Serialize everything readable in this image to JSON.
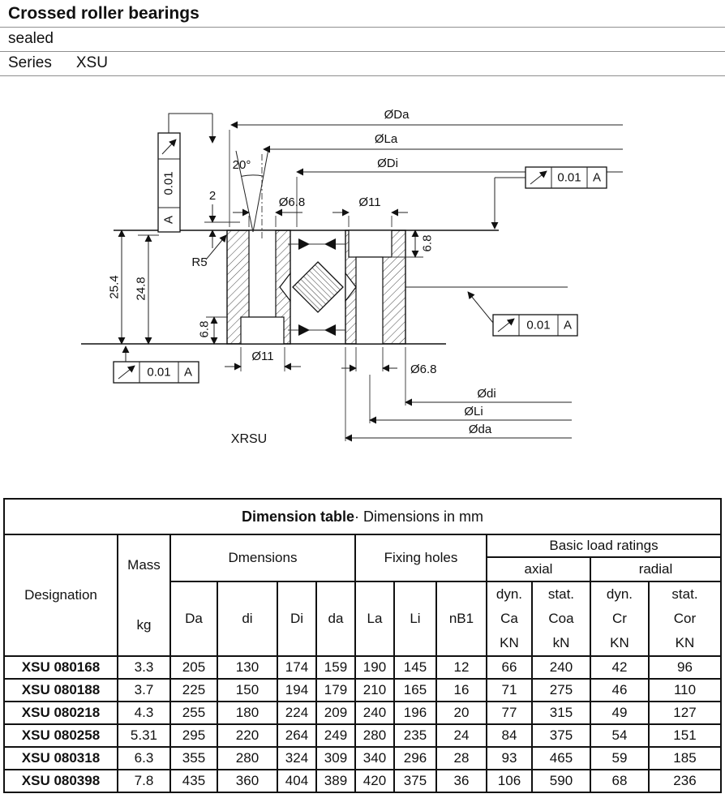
{
  "page": {
    "title": "Crossed roller bearings",
    "subtitle": "sealed",
    "series_label": "Series",
    "series_value": "XSU"
  },
  "drawing": {
    "caption": "XRSU",
    "labels": {
      "dia_Da": "ØDa",
      "dia_La": "ØLa",
      "dia_Di": "ØDi",
      "angle_20": "20°",
      "dim_2": "2",
      "dia_6_8_top": "Ø6.8",
      "dia_11_top": "Ø11",
      "depth_6_8_right": "6.8",
      "radius_r5": "R5",
      "height_25_4": "25.4",
      "height_24_8": "24.8",
      "depth_6_8_left": "6.8",
      "dia_11_bottom": "Ø11",
      "dia_6_8_bottom": "Ø6.8",
      "dia_di": "Ødi",
      "dia_Li": "ØLi",
      "dia_da": "Øda"
    },
    "frames": {
      "left": {
        "value": "0.01",
        "datum": "A"
      },
      "top_right": {
        "value": "0.01",
        "datum": "A"
      },
      "mid_right": {
        "value": "0.01",
        "datum": "A"
      },
      "bottom_left": {
        "value": "0.01",
        "datum": "A"
      }
    }
  },
  "table": {
    "title_bold": "Dimension table",
    "title_rest": "· Dimensions in mm",
    "headers": {
      "designation": "Designation",
      "mass": "Mass",
      "mass_unit": "kg",
      "dimensions_group": "Dmensions",
      "fixing_holes_group": "Fixing holes",
      "load_group": "Basic load ratings",
      "axial": "axial",
      "radial": "radial",
      "dim_cols": [
        "Da",
        "di",
        "Di",
        "da"
      ],
      "fix_cols": [
        "La",
        "Li",
        "nB1"
      ],
      "load_cols": [
        {
          "l1": "dyn.",
          "l2": "Ca",
          "l3": "KN"
        },
        {
          "l1": "stat.",
          "l2": "Coa",
          "l3": "kN"
        },
        {
          "l1": "dyn.",
          "l2": "Cr",
          "l3": "KN"
        },
        {
          "l1": "stat.",
          "l2": "Cor",
          "l3": "KN"
        }
      ]
    },
    "rows": [
      [
        "XSU 080168",
        "3.3",
        "205",
        "130",
        "174",
        "159",
        "190",
        "145",
        "12",
        "66",
        "240",
        "42",
        "96"
      ],
      [
        "XSU 080188",
        "3.7",
        "225",
        "150",
        "194",
        "179",
        "210",
        "165",
        "16",
        "71",
        "275",
        "46",
        "110"
      ],
      [
        "XSU 080218",
        "4.3",
        "255",
        "180",
        "224",
        "209",
        "240",
        "196",
        "20",
        "77",
        "315",
        "49",
        "127"
      ],
      [
        "XSU 080258",
        "5.31",
        "295",
        "220",
        "264",
        "249",
        "280",
        "235",
        "24",
        "84",
        "375",
        "54",
        "151"
      ],
      [
        "XSU 080318",
        "6.3",
        "355",
        "280",
        "324",
        "309",
        "340",
        "296",
        "28",
        "93",
        "465",
        "59",
        "185"
      ],
      [
        "XSU 080398",
        "7.8",
        "435",
        "360",
        "404",
        "389",
        "420",
        "375",
        "36",
        "106",
        "590",
        "68",
        "236"
      ]
    ]
  }
}
